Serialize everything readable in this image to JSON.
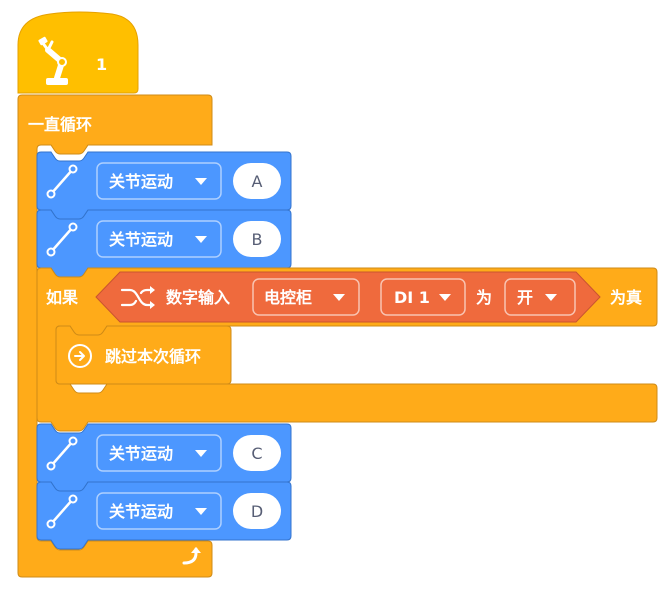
{
  "hat_block": {
    "label": "1",
    "icon": "robot-arm-icon"
  },
  "forever_block": {
    "label": "一直循环",
    "loop_icon": "loop-arrow-icon"
  },
  "joint_blocks": [
    {
      "label": "关节运动",
      "value": "A",
      "icon": "joint-line-icon"
    },
    {
      "label": "关节运动",
      "value": "B",
      "icon": "joint-line-icon"
    },
    {
      "label": "关节运动",
      "value": "C",
      "icon": "joint-line-icon"
    },
    {
      "label": "关节运动",
      "value": "D",
      "icon": "joint-line-icon"
    }
  ],
  "if_block": {
    "if_label": "如果",
    "then_label": "为真",
    "condition": {
      "icon": "shuffle-icon",
      "label": "数字输入",
      "source": "电控柜",
      "pin": "DI 1",
      "is_label": "为",
      "state": "开"
    }
  },
  "skip_block": {
    "label": "跳过本次循环",
    "icon": "circle-arrow-right-icon"
  },
  "colors": {
    "hat": "#ffbf00",
    "control": "#ffab19",
    "control_border": "#cf8b17",
    "motion": "#4c97ff",
    "motion_border": "#3373cc",
    "operator": "#ef6a3d",
    "operator_border": "#c95430"
  }
}
